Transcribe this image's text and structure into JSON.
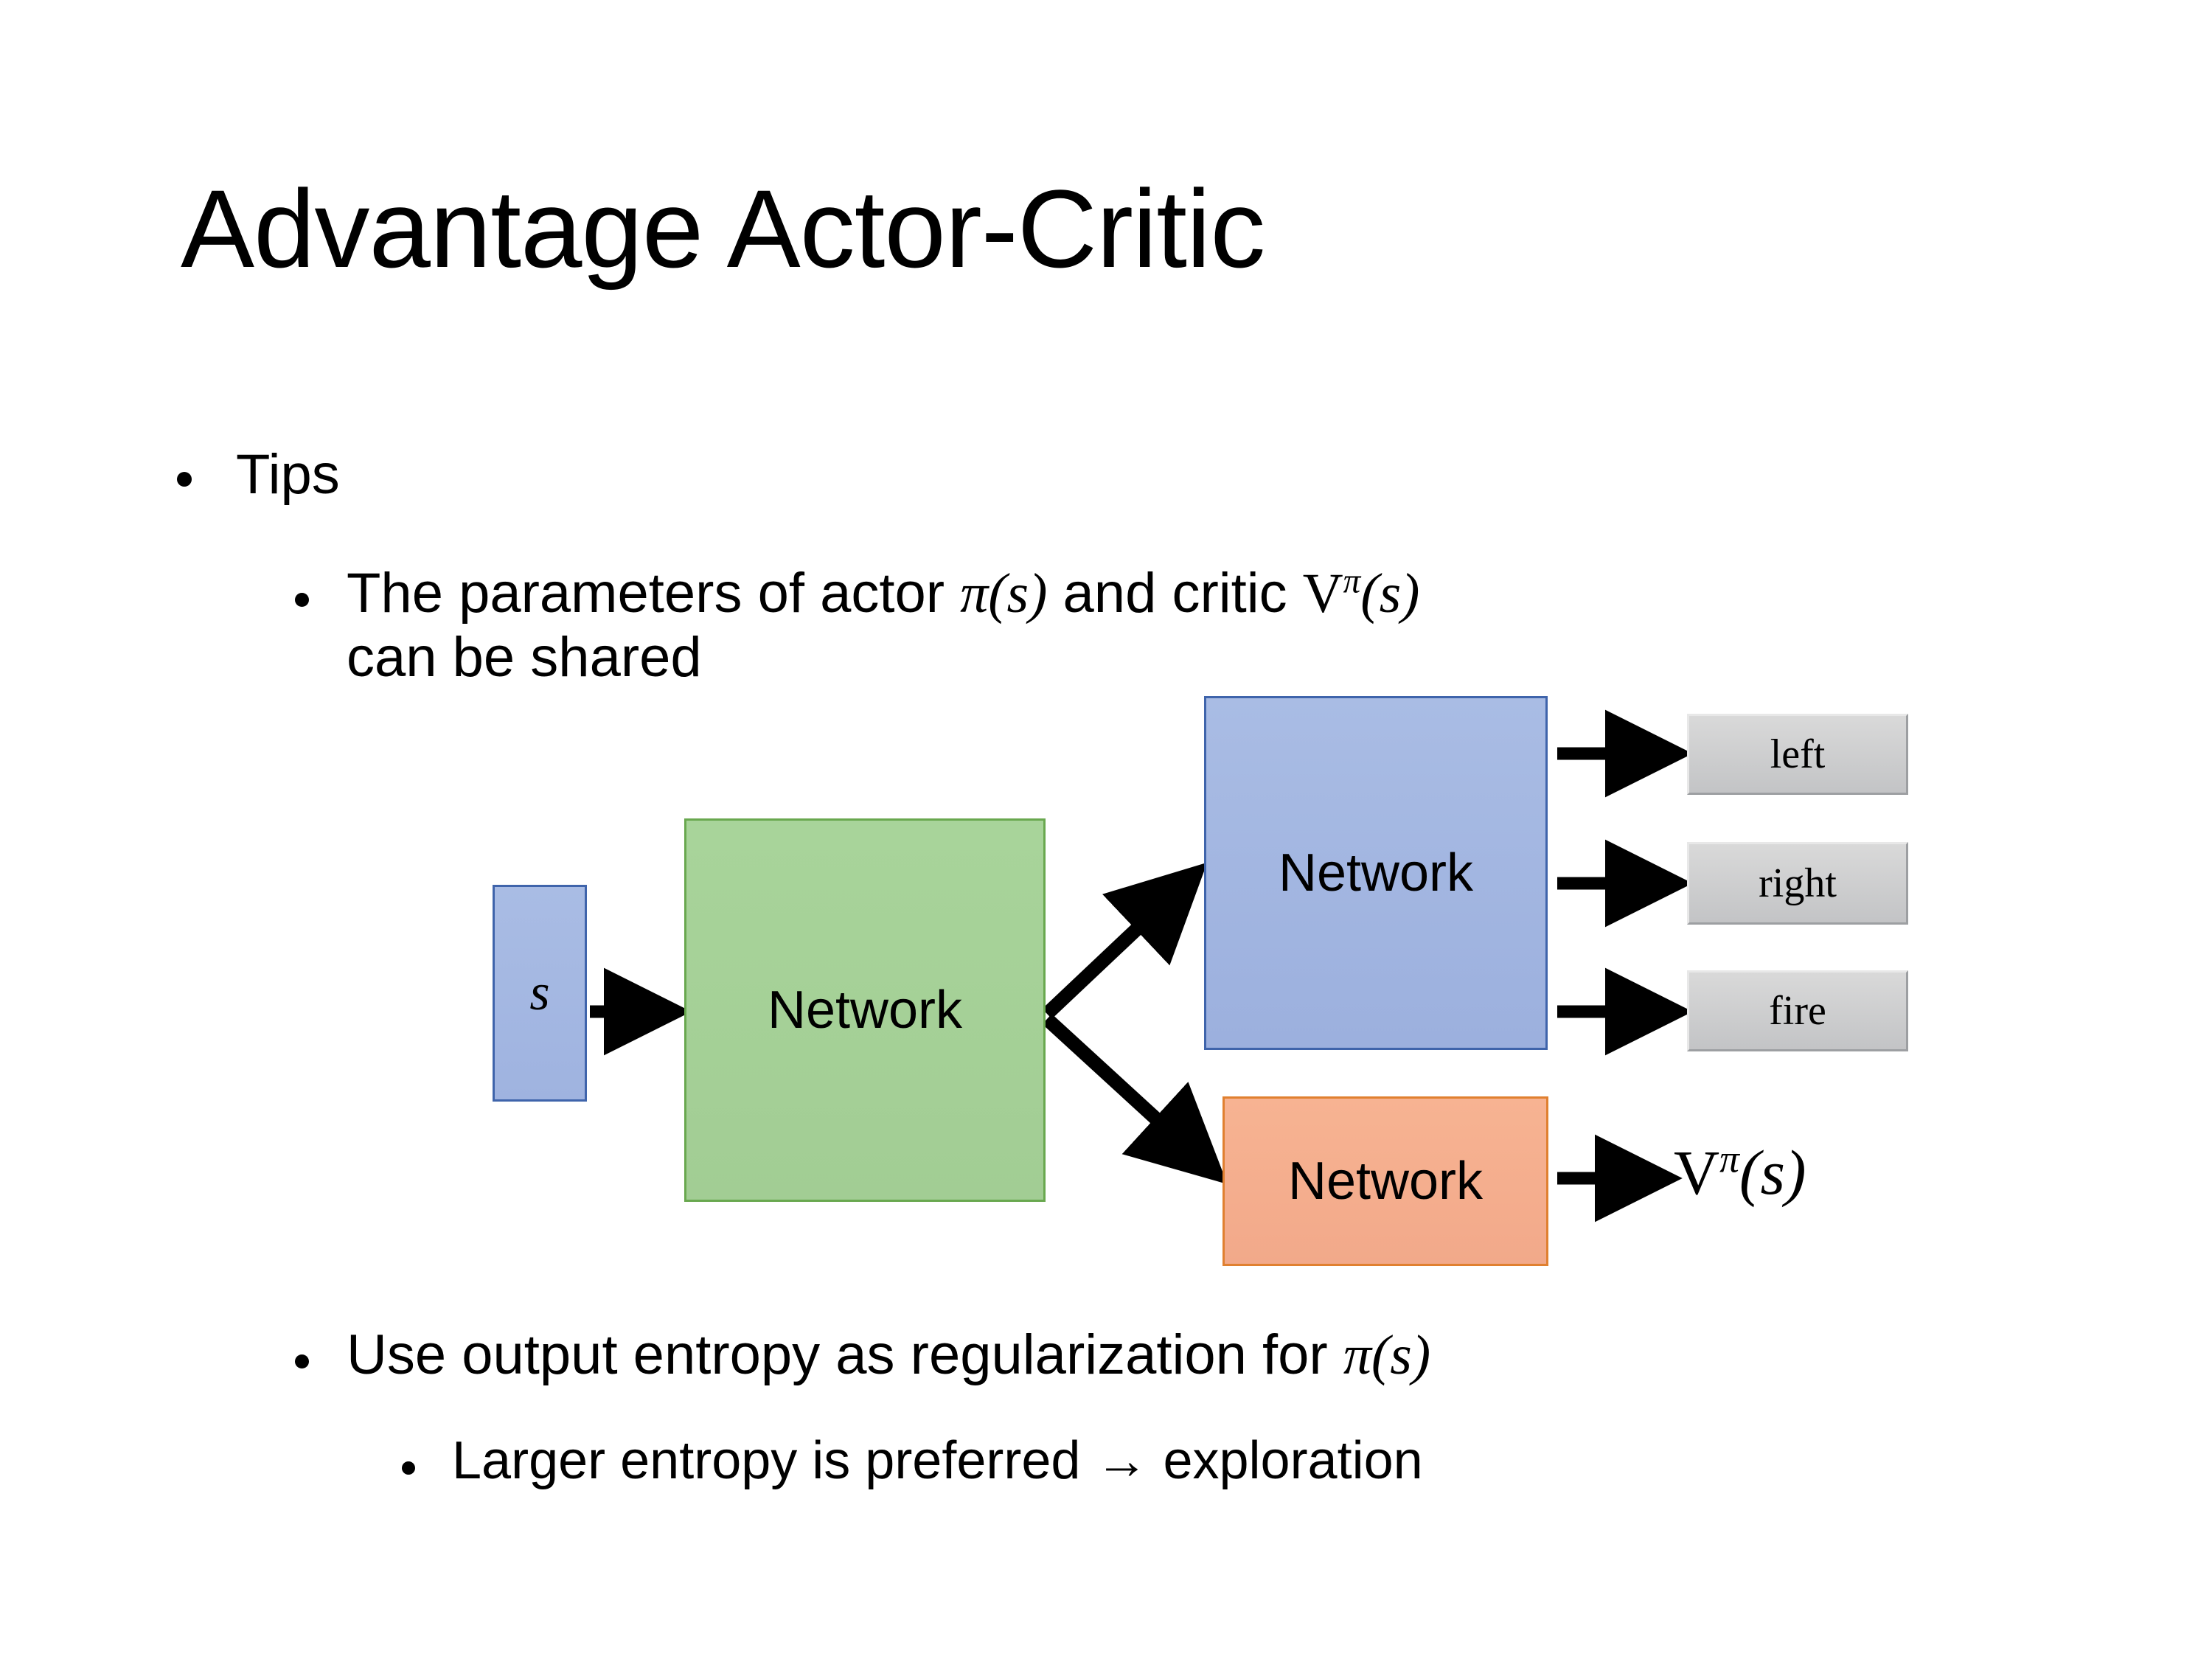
{
  "slide": {
    "title": "Advantage Actor-Critic",
    "background_color": "#ffffff"
  },
  "bullets": {
    "tips": "Tips",
    "shared_params_prefix": "The parameters of actor ",
    "shared_params_pi": "π(s)",
    "shared_params_mid": "  and critic ",
    "shared_params_v": "V",
    "shared_params_v_sup": "π",
    "shared_params_v_arg": "(s)",
    "shared_params_line2": "can be shared",
    "entropy_prefix": "Use output entropy as regularization for ",
    "entropy_pi": "π(s)",
    "exploration": "Larger entropy is preferred → exploration"
  },
  "diagram": {
    "state_box_label": "s",
    "shared_network_label": "Network",
    "actor_network_label": "Network",
    "critic_network_label": "Network",
    "actions": [
      {
        "label": "left"
      },
      {
        "label": "right"
      },
      {
        "label": "fire"
      }
    ],
    "value_output_v": "V",
    "value_output_sup": "π",
    "value_output_arg": "(s)",
    "colors": {
      "state_box_fill": "#a5b8e2",
      "state_box_border": "#3f64ab",
      "shared_box_fill": "#a5d197",
      "shared_box_border": "#69a84f",
      "actor_box_fill": "#a3b7e1",
      "actor_box_border": "#3f64ab",
      "critic_box_fill": "#f4ae8e",
      "critic_box_border": "#e08030",
      "action_box_fill": "#cccdcf",
      "arrow_color": "#000000"
    }
  }
}
